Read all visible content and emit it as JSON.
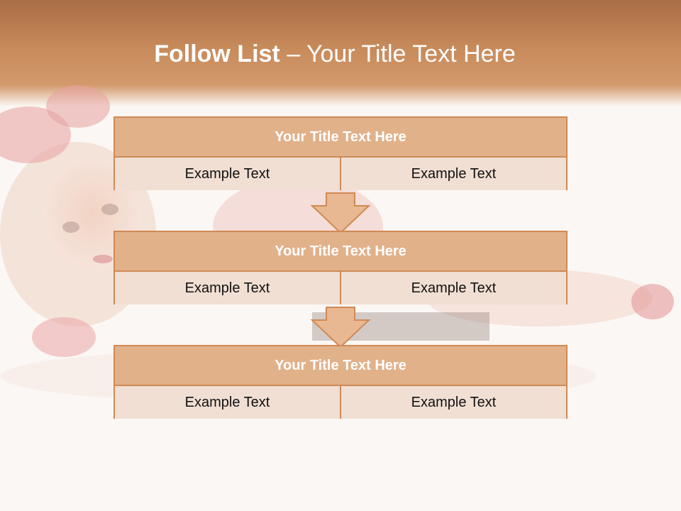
{
  "slide": {
    "title_bold": "Follow List",
    "title_rest": " – Your Title Text Here"
  },
  "blocks": [
    {
      "title": "Your Title Text Here",
      "left": "Example Text",
      "right": "Example Text"
    },
    {
      "title": "Your Title Text Here",
      "left": "Example Text",
      "right": "Example Text"
    },
    {
      "title": "Your Title Text Here",
      "left": "Example Text",
      "right": "Example Text"
    }
  ],
  "colors": {
    "header": "#c78a5b",
    "block_title": "#e1b18a",
    "block_cell": "#f1dfd3",
    "border": "#d08a54"
  }
}
